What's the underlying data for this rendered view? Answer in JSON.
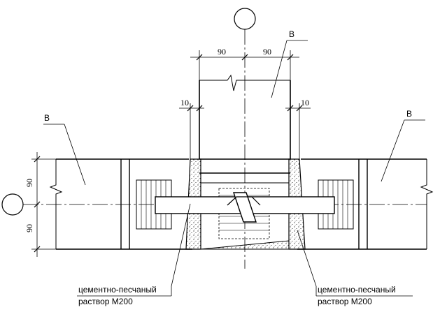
{
  "dims": {
    "top_left": "90",
    "top_right": "90",
    "gap_left": "10",
    "gap_right": "10",
    "side_top": "90",
    "side_bottom": "90"
  },
  "labels": {
    "wall_top": "В",
    "wall_left": "В",
    "wall_right": "В"
  },
  "callouts": {
    "left_line1": "цементно-песчаный",
    "left_line2": "раствор М200",
    "right_line1": "цементно-песчаный",
    "right_line2": "раствор М200"
  }
}
